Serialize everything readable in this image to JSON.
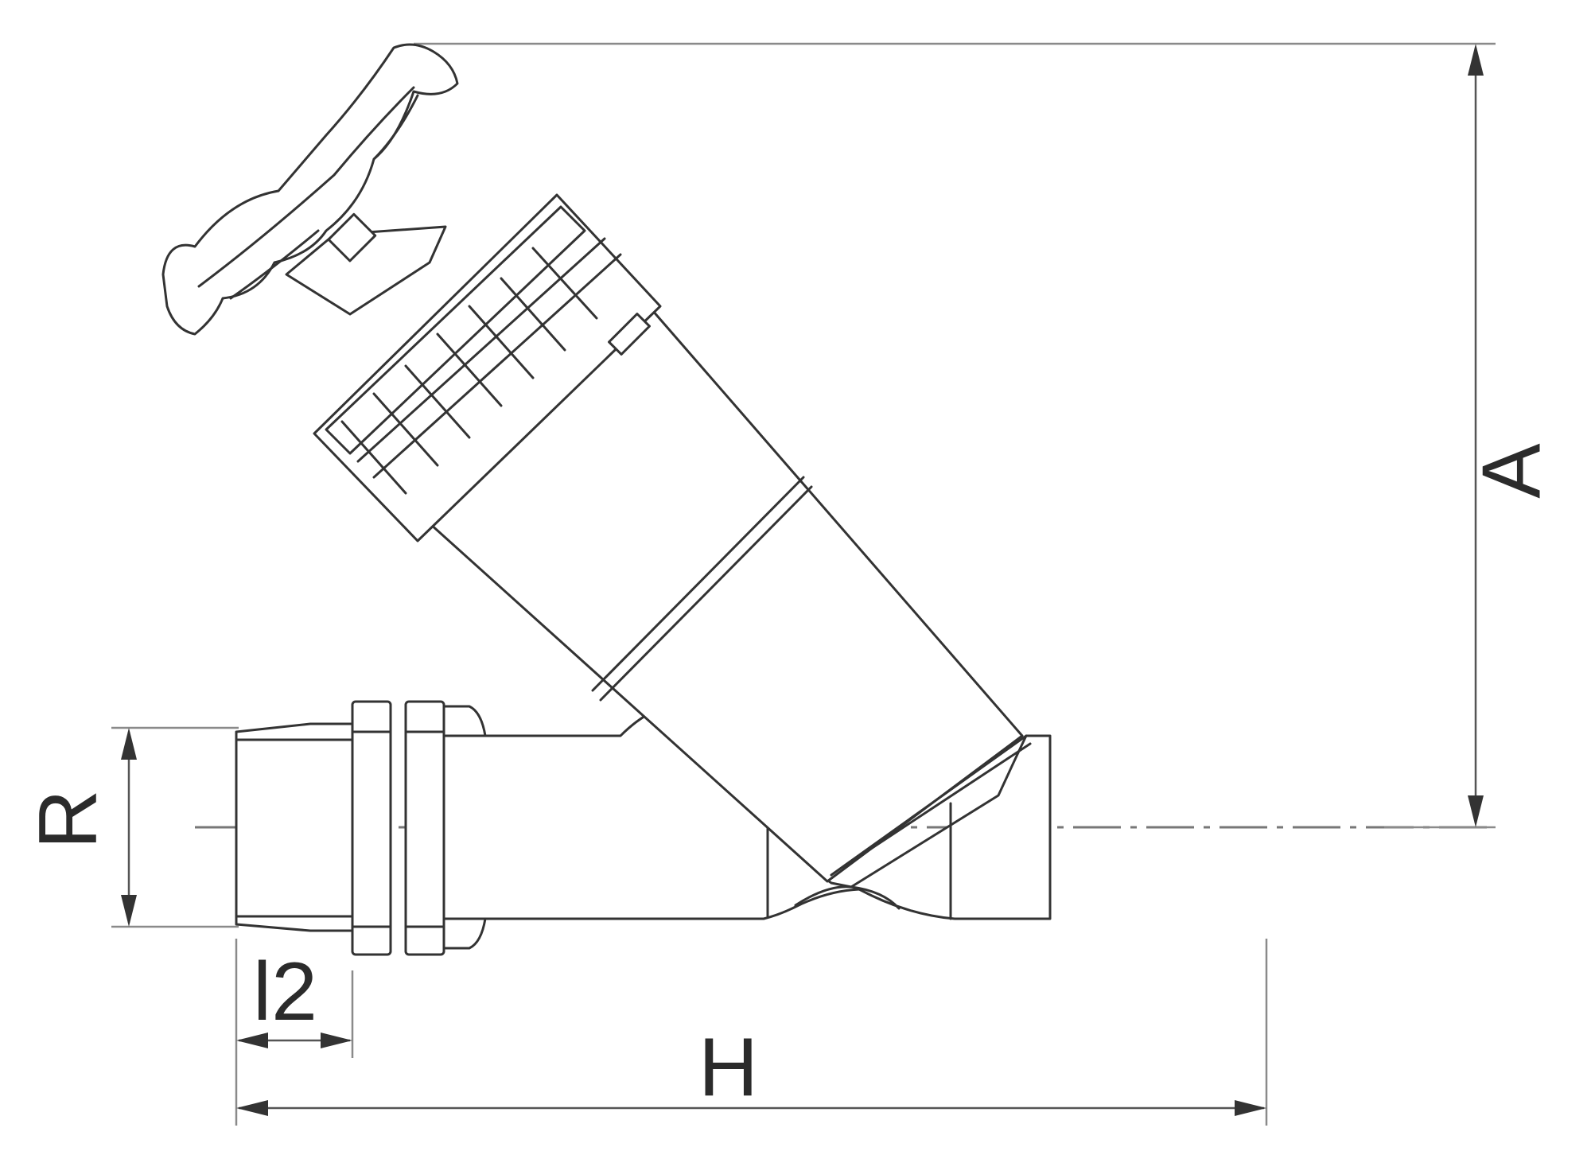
{
  "dimensions": {
    "A": "A",
    "R": "R",
    "l2": "l2",
    "H": "H"
  },
  "colors": {
    "line": "#333333",
    "background": "#ffffff",
    "extension_line": "#8a8a8a"
  }
}
